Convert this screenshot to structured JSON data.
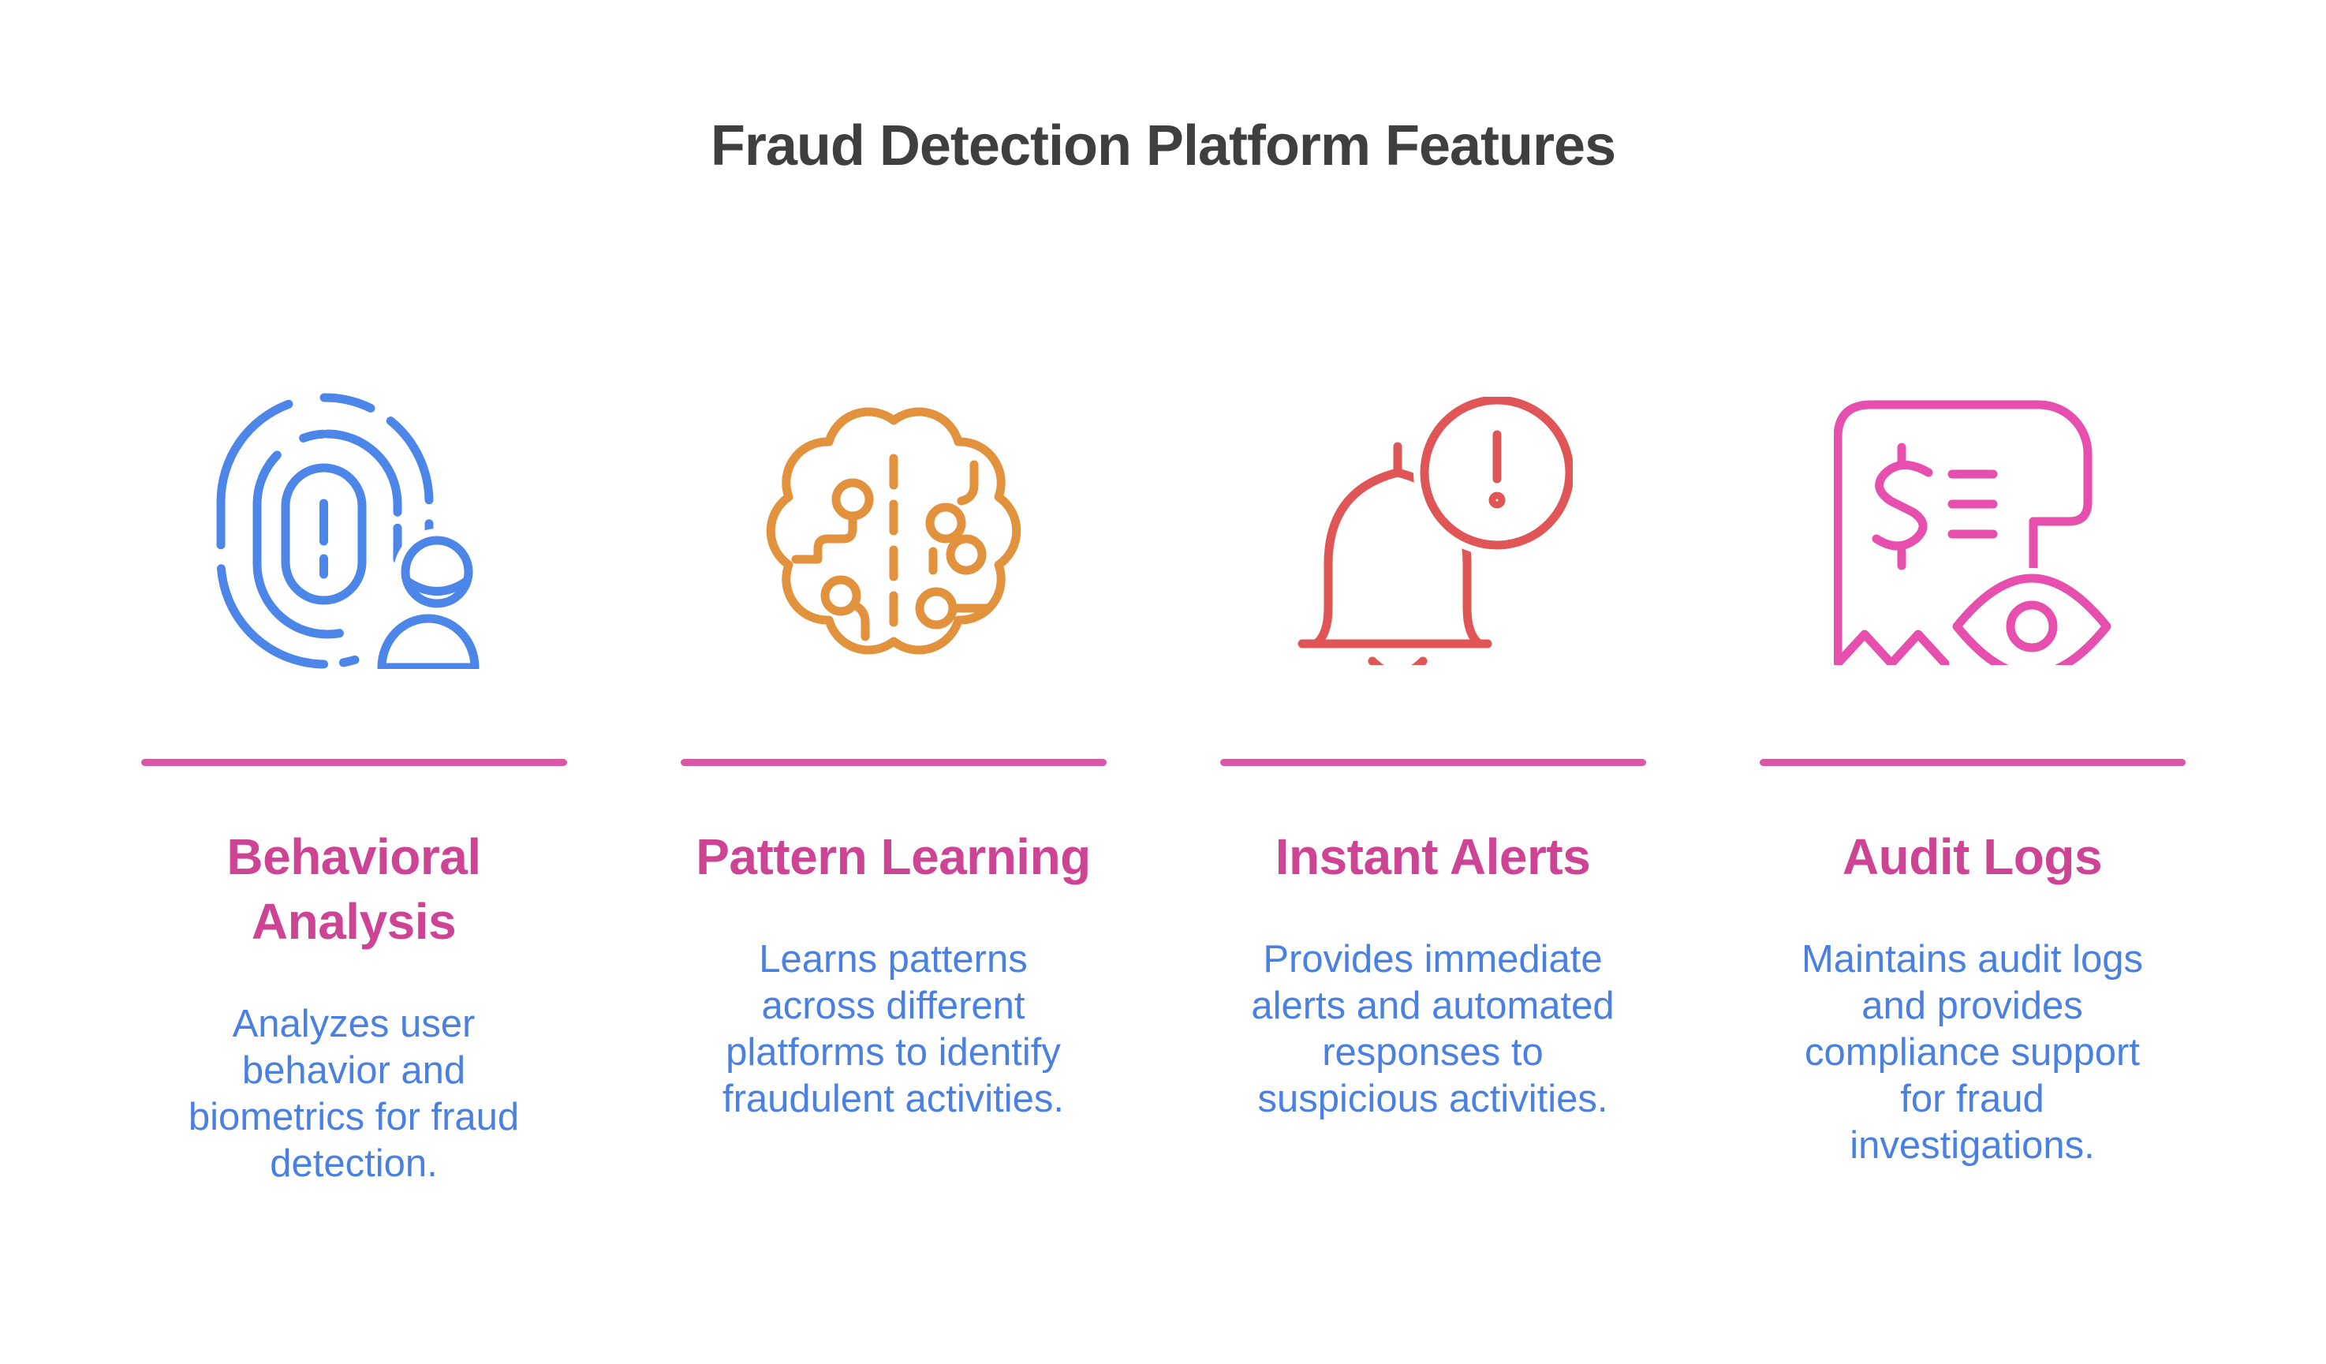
{
  "title": "Fraud Detection Platform Features",
  "features": [
    {
      "id": "behavioral-analysis",
      "icon": "fingerprint-user-icon",
      "icon_color": "#4b86e8",
      "heading": "Behavioral Analysis",
      "description": "Analyzes user behavior and biometrics for fraud detection."
    },
    {
      "id": "pattern-learning",
      "icon": "brain-circuit-icon",
      "icon_color": "#e2923c",
      "heading": "Pattern Learning",
      "description": "Learns patterns across different platforms to identify fraudulent activities."
    },
    {
      "id": "instant-alerts",
      "icon": "alert-bell-icon",
      "icon_color": "#e05656",
      "heading": "Instant Alerts",
      "description": "Provides immediate alerts and automated responses to suspicious activities."
    },
    {
      "id": "audit-logs",
      "icon": "receipt-eye-icon",
      "icon_color": "#e64fae",
      "heading": "Audit Logs",
      "description": "Maintains audit logs and provides compliance support for fraud investigations."
    }
  ],
  "colors": {
    "background": "#ffffff",
    "title": "#3f3f3f",
    "heading": "#cc4493",
    "description": "#4a80e2",
    "divider": "#d957a5",
    "icon_blue": "#4b86e8",
    "icon_orange": "#e2923c",
    "icon_red": "#e05656",
    "icon_pink": "#e64fae"
  }
}
